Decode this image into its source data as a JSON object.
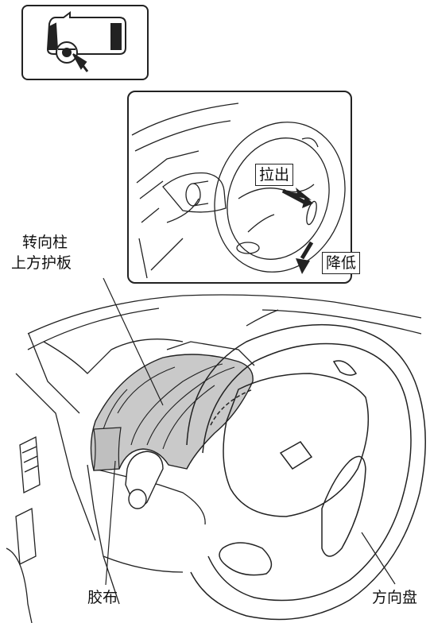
{
  "labels": {
    "pull_out": "拉出",
    "lower": "降低",
    "column_cover_line1": "转向柱",
    "column_cover_line2": "上方护板",
    "tape": "胶布",
    "steering_wheel": "方向盘"
  },
  "colors": {
    "line": "#222222",
    "cover_fill": "#c9c9c9",
    "icon_fill": "#222222",
    "background": "#ffffff"
  }
}
